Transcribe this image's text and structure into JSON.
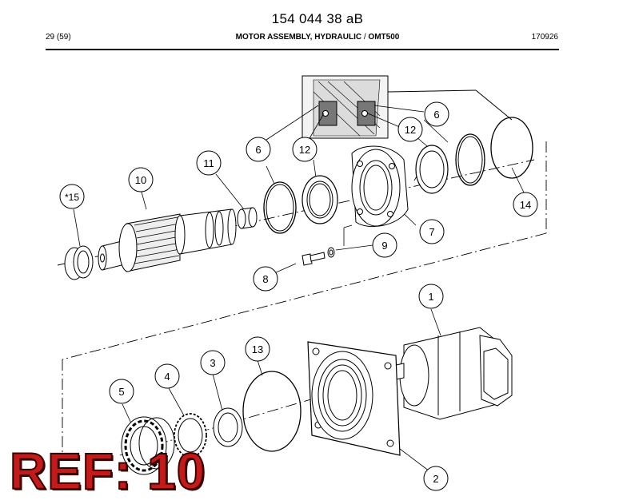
{
  "header": {
    "doc_number": "154 044 38 aB",
    "page": "29 (59)",
    "title_bold": "MOTOR ASSEMBLY, HYDRAULIC",
    "title_sep": " / ",
    "title_model": "OMT500",
    "date_code": "170926"
  },
  "callouts": {
    "c1": "1",
    "c2": "2",
    "c3": "3",
    "c4": "4",
    "c5": "5",
    "c6a": "6",
    "c6b": "6",
    "c7": "7",
    "c8": "8",
    "c9": "9",
    "c10": "10",
    "c11": "11",
    "c12a": "12",
    "c12b": "12",
    "c13": "13",
    "c14": "14",
    "c15": "*15"
  },
  "ref_label": "REF: 10",
  "colors": {
    "ref_label": "#c41a1a",
    "line": "#000000"
  }
}
